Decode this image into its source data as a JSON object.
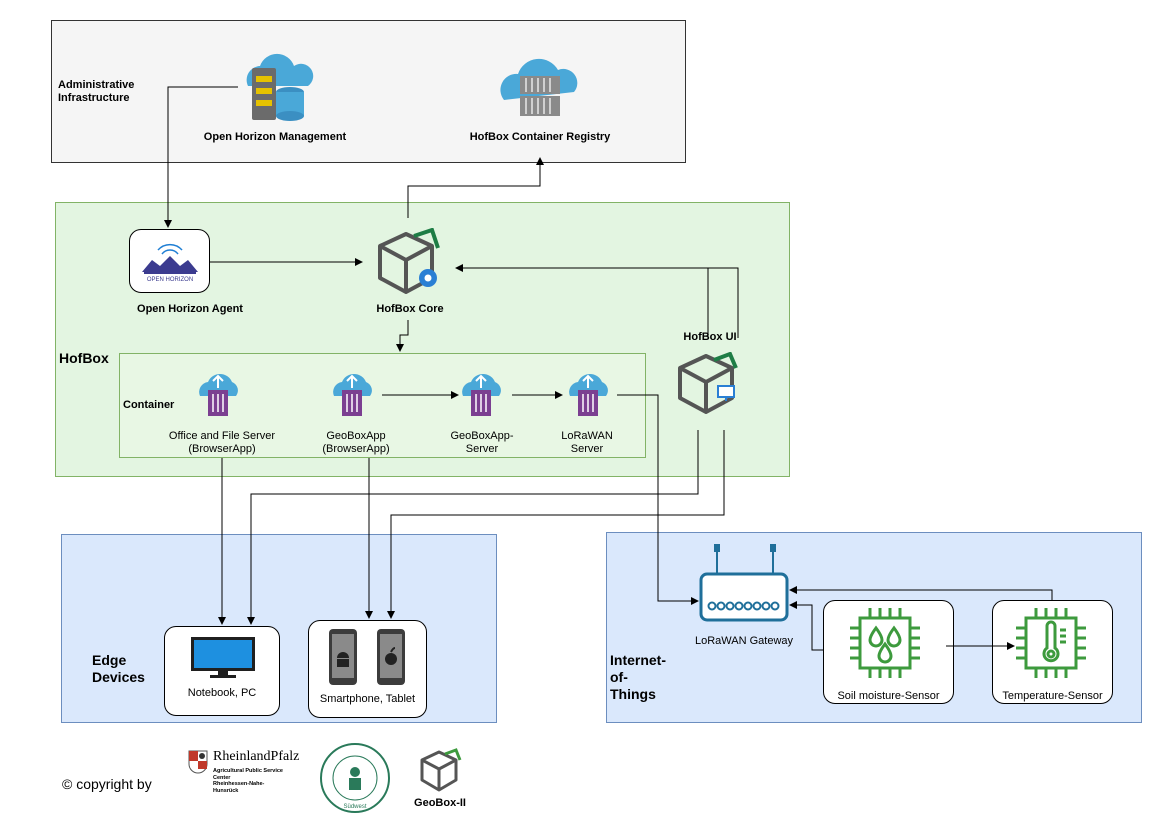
{
  "admin": {
    "title": "Administrative\nInfrastructure",
    "management_label": "Open Horizon Management",
    "registry_label": "HofBox Container Registry"
  },
  "hofbox": {
    "title": "HofBox",
    "agent_label": "Open Horizon Agent",
    "agent_logo_text": "OPEN HORIZON",
    "core_label": "HofBox Core",
    "ui_label": "HofBox UI",
    "container_title": "Container",
    "containers": [
      {
        "label": "Office and File Server\n(BrowserApp)"
      },
      {
        "label": "GeoBoxApp\n(BrowserApp)"
      },
      {
        "label": "GeoBoxApp-\nServer"
      },
      {
        "label": "LoRaWAN\nServer"
      }
    ]
  },
  "edge": {
    "title": "Edge\nDevices",
    "pc_label": "Notebook, PC",
    "phone_label": "Smartphone, Tablet"
  },
  "iot": {
    "title": "Internet-\nof-\nThings",
    "gateway_label": "LoRaWAN Gateway",
    "soil_label": "Soil moisture-Sensor",
    "temp_label": "Temperature-Sensor"
  },
  "footer": {
    "copyright": "© copyright by",
    "rlp_name": "RheinlandPfalz",
    "rlp_sub": "Agricultural Public Service\nCenter\nRheinhessen-Nahe-\nHunsrück",
    "seal_text": "Experimentierfeld Südwest",
    "geobox_label": "GeoBox-II"
  },
  "colors": {
    "admin_bg": "#f5f5f5",
    "hofbox_bg": "#e3f5e1",
    "hofbox_border": "#82b366",
    "blue_bg": "#dae8fc",
    "blue_border": "#6c8ebf",
    "cloud": "#4aa8d8",
    "container_purple": "#7b3f91",
    "cube_gray": "#555555",
    "cube_green": "#1e7d45",
    "gateway_blue": "#1f6f9a",
    "chip_green": "#3d9a3d"
  }
}
